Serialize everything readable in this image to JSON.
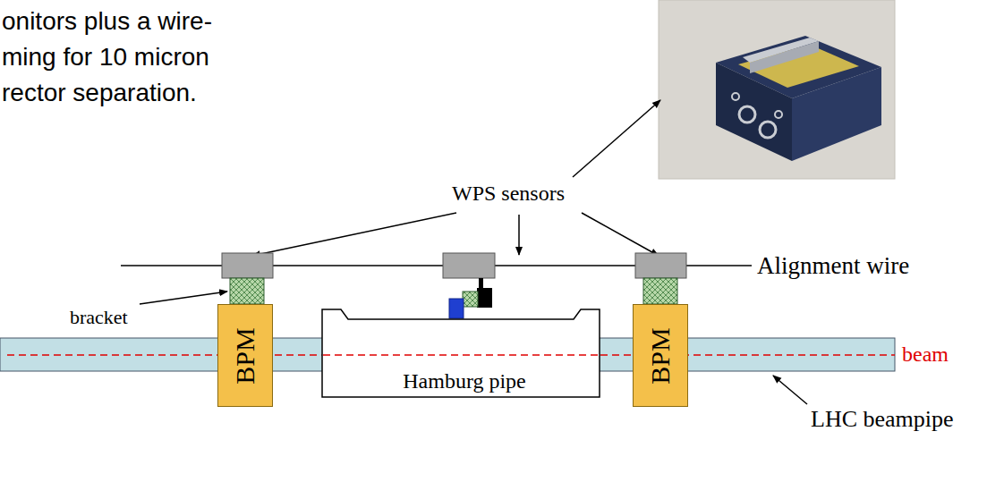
{
  "diagram": {
    "nodes": [
      {
        "text": [
          "BPM"
        ]
      },
      {
        "text": [
          "Hamburg pipe"
        ]
      },
      {
        "text": [
          "BPM"
        ]
      }
    ],
    "labels": [
      "onitors plus a wire- ming for 10 micron rector separation.",
      "WPS sensors",
      "Alignment wire",
      "bracket",
      "beam",
      "LHC beampipe"
    ]
  }
}
